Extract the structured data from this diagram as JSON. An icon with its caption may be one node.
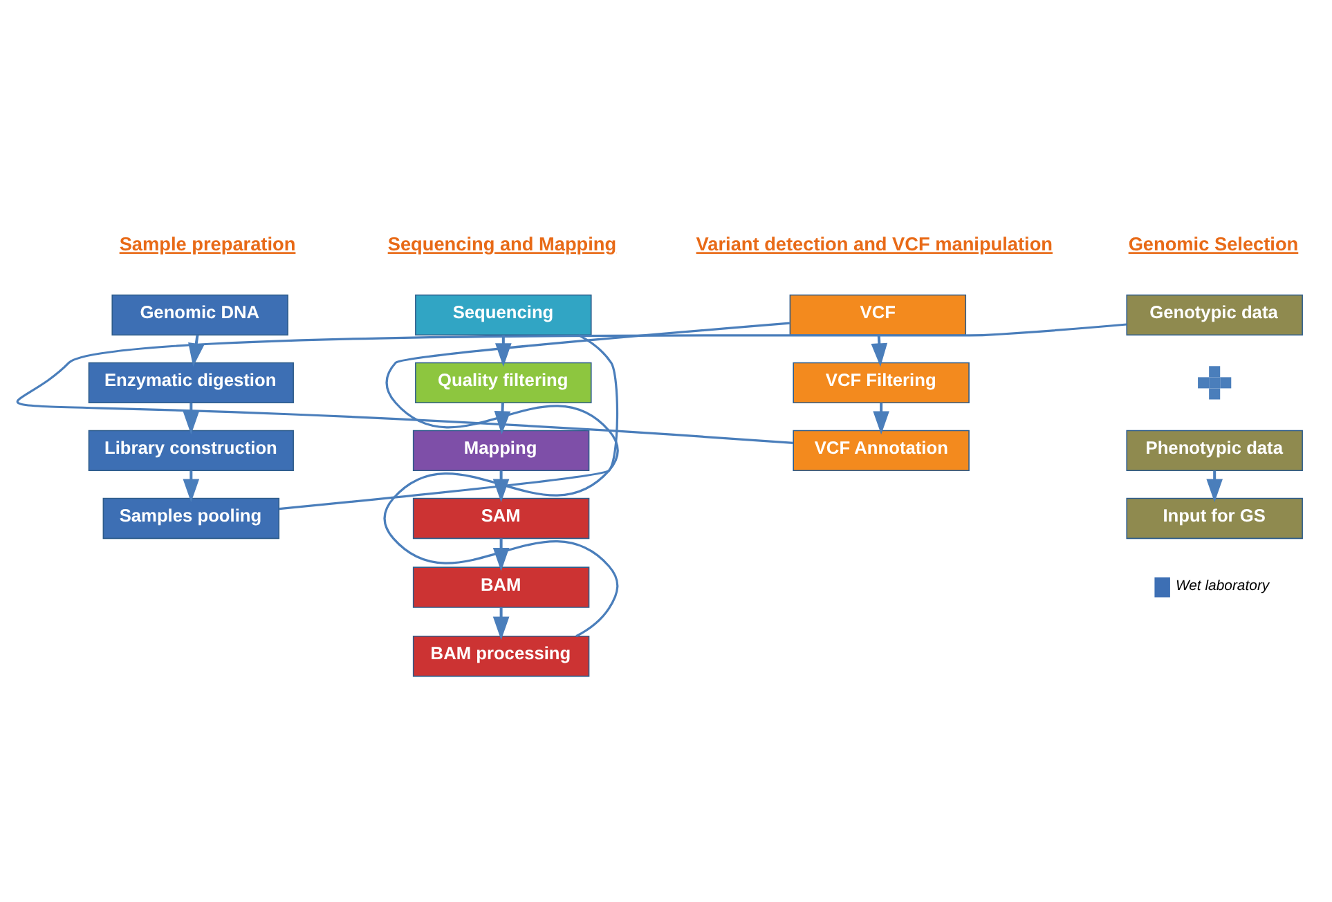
{
  "diagram": {
    "nodes": [
      {
        "text": [
          "Genomic DNA"
        ]
      },
      {
        "text": [
          "Enzymatic digestion"
        ]
      },
      {
        "text": [
          "Library construction"
        ]
      },
      {
        "text": [
          "Samples pooling"
        ]
      },
      {
        "text": [
          "Sequencing"
        ]
      },
      {
        "text": [
          "Quality filtering"
        ]
      },
      {
        "text": [
          "Mapping"
        ]
      },
      {
        "text": [
          "SAM"
        ]
      },
      {
        "text": [
          "BAM"
        ]
      },
      {
        "text": [
          "BAM processing"
        ]
      },
      {
        "text": [
          "VCF"
        ]
      },
      {
        "text": [
          "VCF Filtering"
        ]
      },
      {
        "text": [
          "VCF Annotation"
        ]
      },
      {
        "text": [
          "Genotypic data"
        ]
      },
      {
        "text": [],
        "shape": "plus"
      },
      {
        "text": [
          "Phenotypic data"
        ]
      },
      {
        "text": [
          "Input for GS"
        ]
      }
    ],
    "edges": [
      {
        "from": 0,
        "to": 1,
        "arrow": "to"
      },
      {
        "from": 1,
        "to": 2,
        "arrow": "to"
      },
      {
        "from": 2,
        "to": 3,
        "arrow": "to"
      },
      {
        "from": 3,
        "to": 4,
        "arrow": "none"
      },
      {
        "from": 4,
        "to": 5,
        "arrow": "to"
      },
      {
        "from": 5,
        "to": 6,
        "arrow": "to"
      },
      {
        "from": 6,
        "to": 7,
        "arrow": "to"
      },
      {
        "from": 7,
        "to": 8,
        "arrow": "to"
      },
      {
        "from": 8,
        "to": 9,
        "arrow": "to"
      },
      {
        "from": 9,
        "to": 10,
        "arrow": "none"
      },
      {
        "from": 10,
        "to": 11,
        "arrow": "to"
      },
      {
        "from": 11,
        "to": 12,
        "arrow": "to"
      },
      {
        "from": 12,
        "to": 13,
        "arrow": "none"
      },
      {
        "from": 15,
        "to": 16,
        "arrow": "to"
      }
    ],
    "labels": [
      "Sample preparation",
      "Sequencing and Mapping",
      "Variant detection and VCF manipulation",
      "Genomic Selection"
    ],
    "legend": [
      {
        "text": "Wet laboratory",
        "color": "#3d6fb4"
      }
    ]
  }
}
